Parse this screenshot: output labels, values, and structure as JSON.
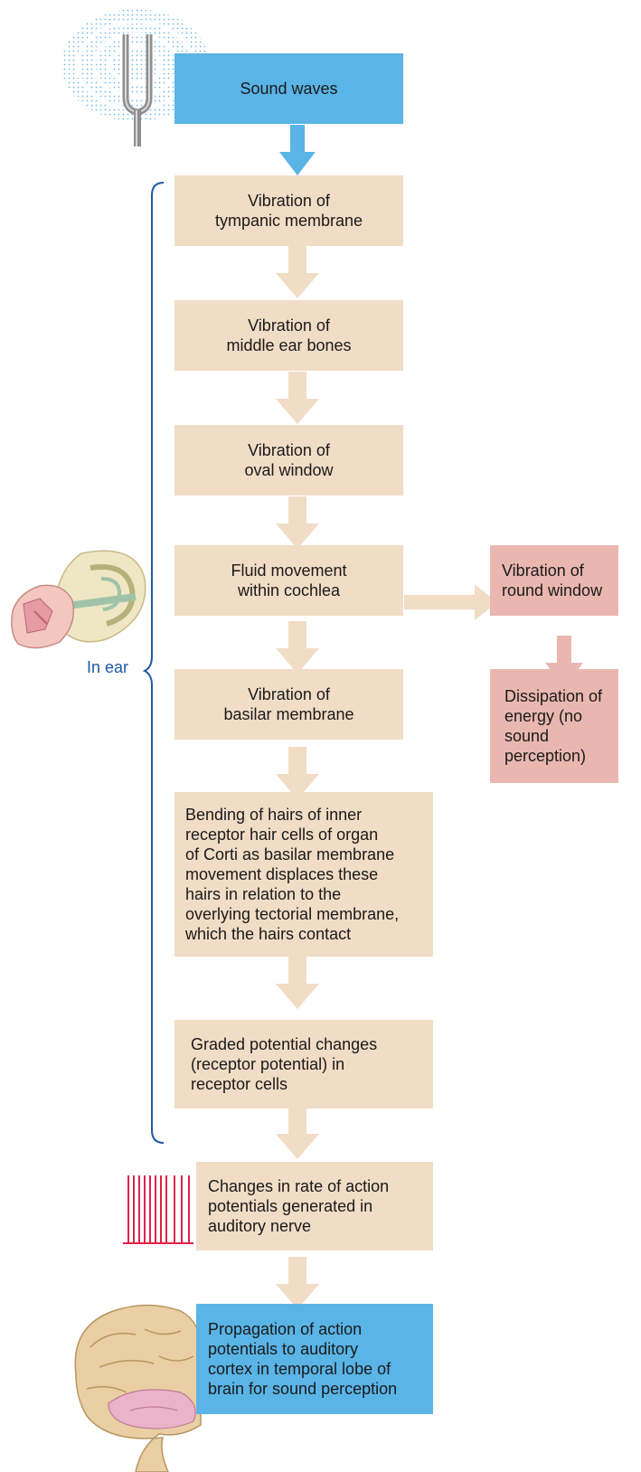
{
  "colors": {
    "blue_box": "#5ab4e6",
    "tan_box": "#f1dcc6",
    "pink_box": "#e9b7b0",
    "tan_arrow": "#f1dcc6",
    "blue_arrow": "#5ab4e6",
    "pink_arrow": "#e9b7b0",
    "brace": "#1d5aa3",
    "nerve_spikes": "#e0224a"
  },
  "icons": {
    "tuning_fork": "tuning-fork-icon",
    "ear": "inner-ear-icon",
    "action_potentials": "action-potential-spikes-icon",
    "brain": "brain-icon"
  },
  "brace_label": "In ear",
  "steps": {
    "sound_waves": [
      "Sound waves"
    ],
    "tympanic": [
      "Vibration of",
      "tympanic membrane"
    ],
    "middle_ear": [
      "Vibration of",
      "middle ear bones"
    ],
    "oval_window": [
      "Vibration of",
      "oval window"
    ],
    "cochlea": [
      "Fluid movement",
      "within cochlea"
    ],
    "basilar": [
      "Vibration of",
      "basilar membrane"
    ],
    "hair_cells": [
      "Bending of hairs of inner",
      "receptor hair cells of organ",
      "of Corti as basilar membrane",
      "movement displaces these",
      "hairs in relation to the",
      "overlying tectorial membrane,",
      "which the hairs contact"
    ],
    "receptor_potential": [
      "Graded potential changes",
      "(receptor potential) in",
      "receptor cells"
    ],
    "auditory_nerve": [
      "Changes in rate of action",
      "potentials generated in",
      "auditory nerve"
    ],
    "cortex": [
      "Propagation of action",
      "potentials to auditory",
      "cortex in temporal lobe of",
      "brain for sound perception"
    ],
    "round_window": [
      "Vibration of",
      "round window"
    ],
    "dissipation": [
      "Dissipation of",
      "energy (no",
      "sound",
      "perception)"
    ]
  }
}
